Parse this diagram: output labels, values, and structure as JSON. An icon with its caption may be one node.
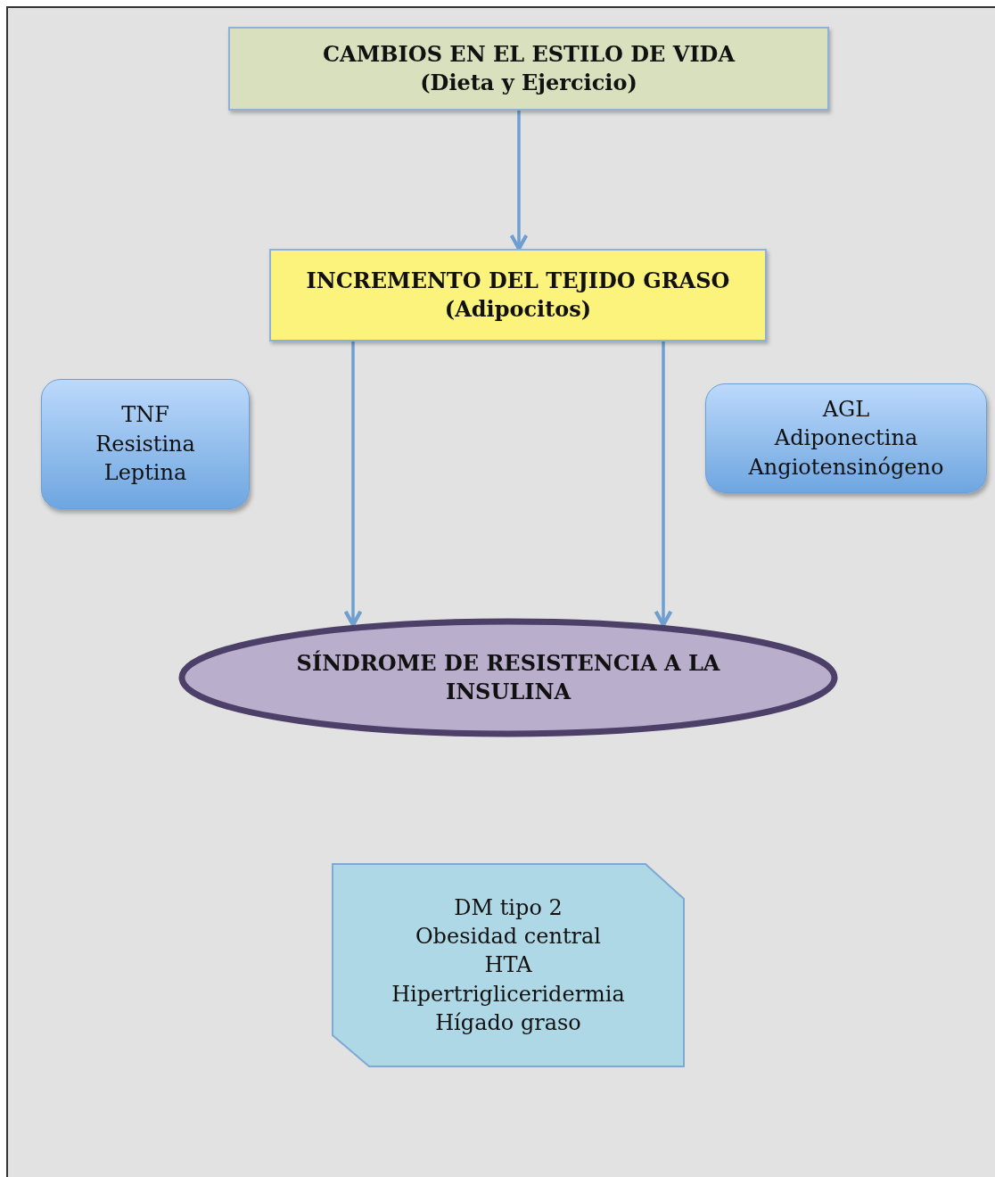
{
  "diagram": {
    "nodes": [
      {
        "text": [
          "CAMBIOS EN EL ESTILO DE VIDA",
          "(Dieta y Ejercicio)"
        ]
      },
      {
        "text": [
          "INCREMENTO DEL TEJIDO GRASO",
          "(Adipocitos)"
        ]
      },
      {
        "text": [
          "TNF",
          "Resistina",
          "Leptina"
        ]
      },
      {
        "text": [
          "AGL",
          "Adiponectina",
          "Angiotensinógeno"
        ]
      },
      {
        "text": [
          "SÍNDROME DE RESISTENCIA A LA INSULINA"
        ]
      },
      {
        "text": [
          "DM tipo 2",
          "Obesidad central",
          "HTA",
          "Hipertrigliceridermia",
          "Hígado graso"
        ]
      }
    ],
    "edges": [
      {
        "from": 0,
        "to": 1,
        "arrow": "to"
      },
      {
        "from": 1,
        "to": 4,
        "arrow": "to"
      },
      {
        "from": 1,
        "to": 4,
        "arrow": "to"
      }
    ]
  }
}
